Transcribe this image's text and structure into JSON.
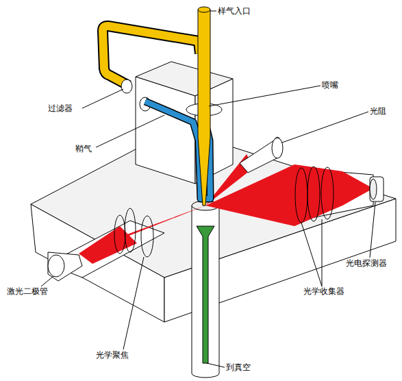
{
  "diagram": {
    "labels": [
      "样气入口",
      "喷嘴",
      "过滤器",
      "光阻",
      "鞘气",
      "光电探测器",
      "激光二极管",
      "光学收集器",
      "光学聚焦",
      "到真空"
    ]
  }
}
